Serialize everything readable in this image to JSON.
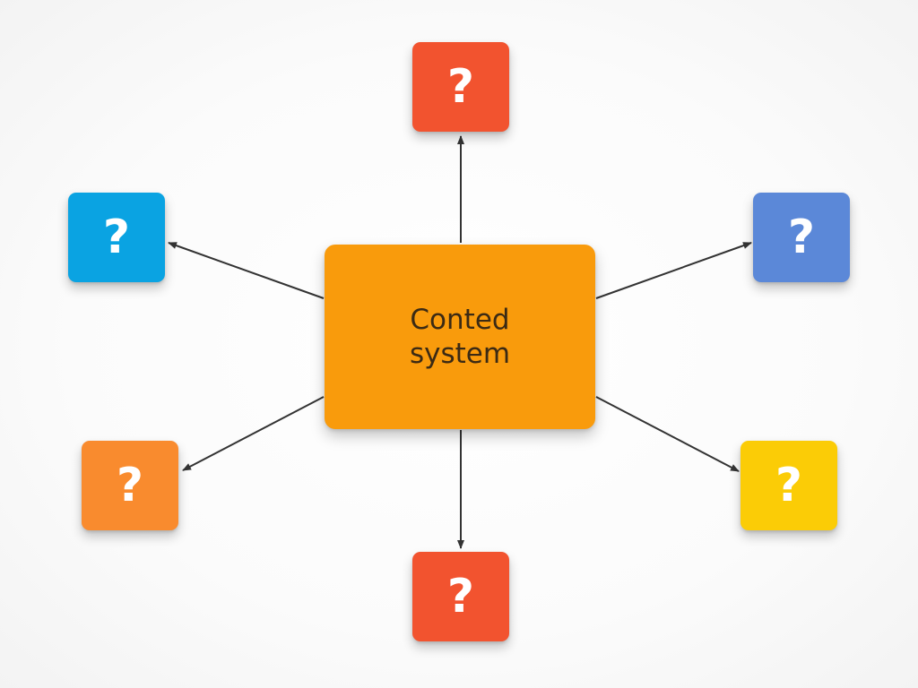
{
  "center": {
    "line1": "Conted",
    "line2": "system",
    "color": "#f99b0c"
  },
  "nodes": [
    {
      "id": "top",
      "label": "?",
      "color": "#f2532f"
    },
    {
      "id": "upper-left",
      "label": "?",
      "color": "#0aa3e2"
    },
    {
      "id": "upper-right",
      "label": "?",
      "color": "#5b88d8"
    },
    {
      "id": "lower-left",
      "label": "?",
      "color": "#f98b2e"
    },
    {
      "id": "lower-right",
      "label": "?",
      "color": "#fbcc06"
    },
    {
      "id": "bottom",
      "label": "?",
      "color": "#f2532f"
    }
  ],
  "edge_color": "#333333"
}
